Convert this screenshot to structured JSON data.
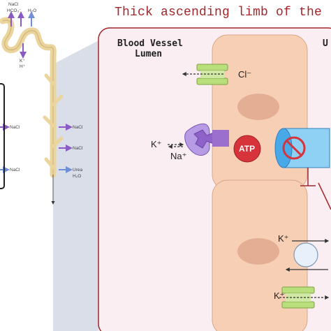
{
  "title": "Thick ascending limb of the Lo",
  "lumen_labels": {
    "blood_line1": "Blood Vessel",
    "blood_line2": "Lumen",
    "urine_partial": "U"
  },
  "ions": {
    "cl": "Cl⁻",
    "k1": "K⁺",
    "na": "Na⁺",
    "atp": "ATP",
    "k2": "K⁺",
    "k3": "K⁺"
  },
  "nephron_labels": {
    "top_a": "NaCl",
    "top_b": "HCO₃⁻",
    "top_c": "H₂O",
    "k": "K⁺",
    "h": "H⁺",
    "left_nacl_1": "NaCl",
    "left_nacl_2": "NaCl",
    "right_nacl_1": "NaCl",
    "right_nacl_2": "NaCl",
    "urea": "Urea",
    "h2o": "H₂O"
  },
  "colors": {
    "title": "#a3262a",
    "panel_border": "#a3262a",
    "panel_fill": "#fbeef3",
    "cell_fill": "#f7cfb5",
    "nucleus": "#e3ae94",
    "pump": "#9a6fce",
    "atp": "#d7333a",
    "channel": "#b9de7c",
    "blocked_channel": "#49a8e8",
    "tubule": "#ecd59c",
    "arrow_purple": "#8a5bc4",
    "arrow_blue": "#6f8fd6"
  }
}
